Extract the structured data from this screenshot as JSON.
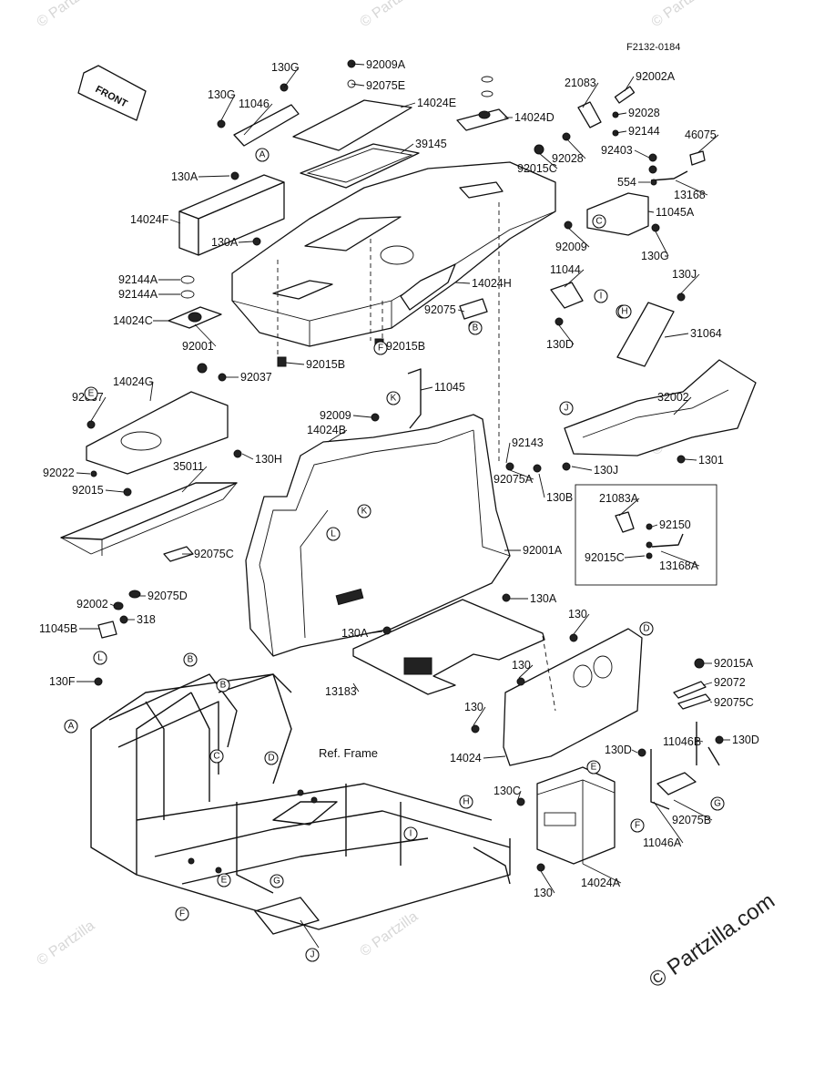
{
  "diagram_code": "F2132-0184",
  "front_label": "FRONT",
  "reference_label": "Ref. Frame",
  "brand": "© Partzilla.com",
  "watermark": "© Partzilla",
  "callouts": [
    "A",
    "B",
    "C",
    "D",
    "E",
    "F",
    "G",
    "H",
    "I",
    "J",
    "K",
    "L"
  ],
  "parts": [
    {
      "id": "p01",
      "label": "130G"
    },
    {
      "id": "p02",
      "label": "130G"
    },
    {
      "id": "p03",
      "label": "11046"
    },
    {
      "id": "p04",
      "label": "92009A"
    },
    {
      "id": "p05",
      "label": "92075E"
    },
    {
      "id": "p06",
      "label": "14024E"
    },
    {
      "id": "p07",
      "label": "39145"
    },
    {
      "id": "p08",
      "label": "130A"
    },
    {
      "id": "p09",
      "label": "14024F"
    },
    {
      "id": "p10",
      "label": "130A"
    },
    {
      "id": "p11",
      "label": "92144A"
    },
    {
      "id": "p12",
      "label": "92144A"
    },
    {
      "id": "p13",
      "label": "14024D"
    },
    {
      "id": "p14",
      "label": "21083"
    },
    {
      "id": "p15",
      "label": "92002A"
    },
    {
      "id": "p16",
      "label": "92028"
    },
    {
      "id": "p17",
      "label": "92144"
    },
    {
      "id": "p18",
      "label": "92028"
    },
    {
      "id": "p19",
      "label": "92015C"
    },
    {
      "id": "p20",
      "label": "92403"
    },
    {
      "id": "p21",
      "label": "46075"
    },
    {
      "id": "p22",
      "label": "554"
    },
    {
      "id": "p23",
      "label": "13168"
    },
    {
      "id": "p24",
      "label": "11045A"
    },
    {
      "id": "p25",
      "label": "130G"
    },
    {
      "id": "p26",
      "label": "92009"
    },
    {
      "id": "p27",
      "label": "14024H"
    },
    {
      "id": "p28",
      "label": "92144A"
    },
    {
      "id": "p29",
      "label": "92144A"
    },
    {
      "id": "p30",
      "label": "14024C"
    },
    {
      "id": "p31",
      "label": "92001"
    },
    {
      "id": "p32",
      "label": "92015B"
    },
    {
      "id": "p33",
      "label": "92015B"
    },
    {
      "id": "p34",
      "label": "92075"
    },
    {
      "id": "p35",
      "label": "11044"
    },
    {
      "id": "p36",
      "label": "130D"
    },
    {
      "id": "p37",
      "label": "130J"
    },
    {
      "id": "p38",
      "label": "31064"
    },
    {
      "id": "p39",
      "label": "92037"
    },
    {
      "id": "p40",
      "label": "14024G"
    },
    {
      "id": "p41",
      "label": "92037"
    },
    {
      "id": "p42",
      "label": "92009"
    },
    {
      "id": "p43",
      "label": "11045"
    },
    {
      "id": "p44",
      "label": "14024B"
    },
    {
      "id": "p45",
      "label": "32002"
    },
    {
      "id": "p46",
      "label": "92143"
    },
    {
      "id": "p47",
      "label": "92075A"
    },
    {
      "id": "p48",
      "label": "130B"
    },
    {
      "id": "p49",
      "label": "130J"
    },
    {
      "id": "p50",
      "label": "1301"
    },
    {
      "id": "p51",
      "label": "130H"
    },
    {
      "id": "p52",
      "label": "35011"
    },
    {
      "id": "p53",
      "label": "92022"
    },
    {
      "id": "p54",
      "label": "92015"
    },
    {
      "id": "p55",
      "label": "92075C"
    },
    {
      "id": "p56",
      "label": "21083A"
    },
    {
      "id": "p57",
      "label": "92150"
    },
    {
      "id": "p58",
      "label": "92015C"
    },
    {
      "id": "p59",
      "label": "13168A"
    },
    {
      "id": "p60",
      "label": "92001A"
    },
    {
      "id": "p61",
      "label": "92002"
    },
    {
      "id": "p62",
      "label": "92075D"
    },
    {
      "id": "p63",
      "label": "318"
    },
    {
      "id": "p64",
      "label": "11045B"
    },
    {
      "id": "p65",
      "label": "130F"
    },
    {
      "id": "p66",
      "label": "130A"
    },
    {
      "id": "p67",
      "label": "130A"
    },
    {
      "id": "p68",
      "label": "130"
    },
    {
      "id": "p69",
      "label": "130"
    },
    {
      "id": "p70",
      "label": "13183"
    },
    {
      "id": "p71",
      "label": "130"
    },
    {
      "id": "p72",
      "label": "14024"
    },
    {
      "id": "p73",
      "label": "92015A"
    },
    {
      "id": "p74",
      "label": "92072"
    },
    {
      "id": "p75",
      "label": "92075C"
    },
    {
      "id": "p76",
      "label": "11046B"
    },
    {
      "id": "p77",
      "label": "130D"
    },
    {
      "id": "p78",
      "label": "130D"
    },
    {
      "id": "p79",
      "label": "130C"
    },
    {
      "id": "p80",
      "label": "92075B"
    },
    {
      "id": "p81",
      "label": "11046A"
    },
    {
      "id": "p82",
      "label": "130"
    },
    {
      "id": "p83",
      "label": "14024A"
    }
  ]
}
